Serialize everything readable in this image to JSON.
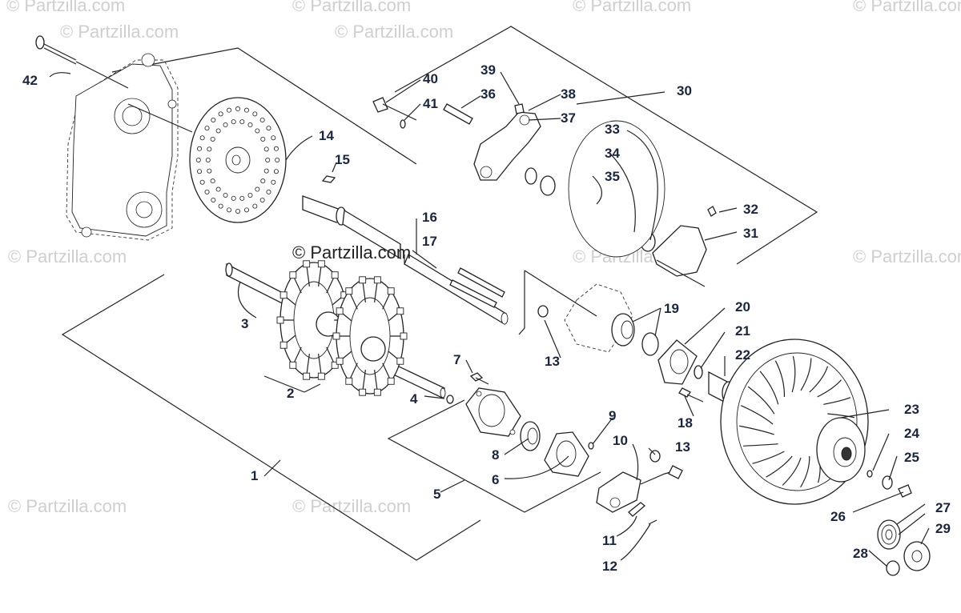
{
  "watermarks": [
    {
      "text": "© Partzilla.com"
    },
    {
      "text": "© Partzilla.com"
    },
    {
      "text": "© Partzilla.com"
    },
    {
      "text": "© Partzilla.com"
    },
    {
      "text": "© Partzilla.com"
    },
    {
      "text": "© Partzilla.com"
    },
    {
      "text": "© Partzilla.com"
    },
    {
      "text": "© Partzilla.com"
    },
    {
      "text": "© Partzilla.com"
    },
    {
      "text": "© Partzilla.com"
    },
    {
      "text": "© Partzilla.com"
    }
  ],
  "center_watermark": "© Partzilla.com",
  "callouts": {
    "c1": "1",
    "c2": "2",
    "c3": "3",
    "c4": "4",
    "c5": "5",
    "c6": "6",
    "c7": "7",
    "c8": "8",
    "c9": "9",
    "c10": "10",
    "c11": "11",
    "c12": "12",
    "c13a": "13",
    "c13b": "13",
    "c14": "14",
    "c15": "15",
    "c16": "16",
    "c17": "17",
    "c18": "18",
    "c19": "19",
    "c20": "20",
    "c21": "21",
    "c22": "22",
    "c23": "23",
    "c24": "24",
    "c25": "25",
    "c26": "26",
    "c27": "27",
    "c28": "28",
    "c29": "29",
    "c30": "30",
    "c31": "31",
    "c32": "32",
    "c33": "33",
    "c34": "34",
    "c35": "35",
    "c36": "36",
    "c37": "37",
    "c38": "38",
    "c39": "39",
    "c40": "40",
    "c41": "41",
    "c42": "42"
  },
  "icons": {
    "drawing_style": "black line-art exploded view"
  }
}
